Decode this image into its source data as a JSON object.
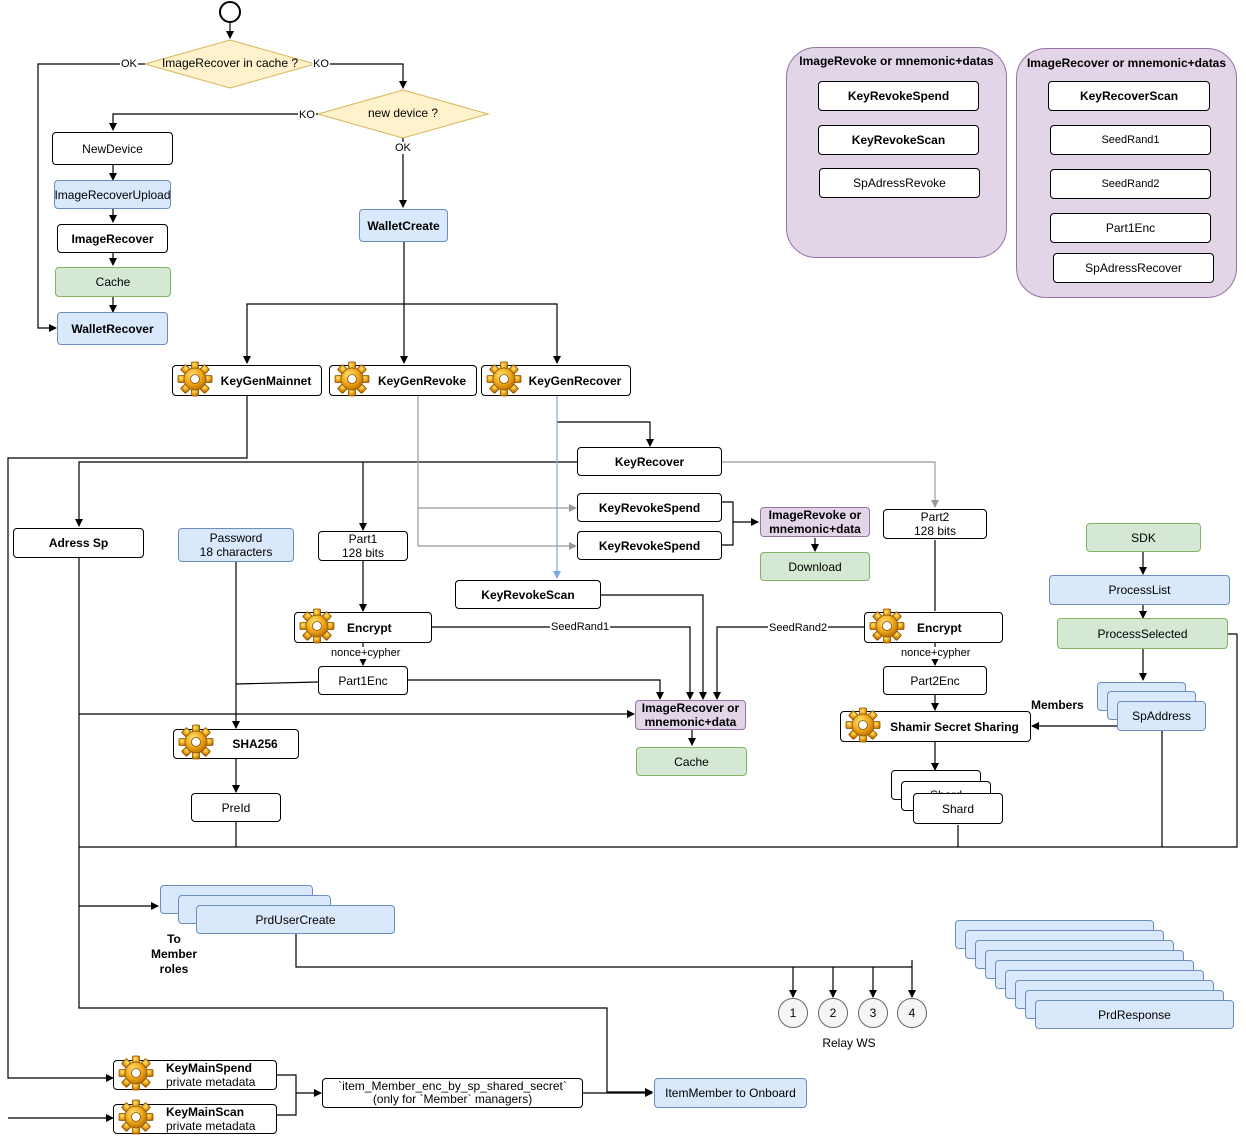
{
  "decisions": {
    "cache": "ImageRecover in cache ?",
    "device": "new device ?"
  },
  "edge_labels": {
    "ok1": "OK",
    "ko1": "KO",
    "ko2": "KO",
    "ok2": "OK",
    "seed1": "SeedRand1",
    "seed2": "SeedRand2",
    "nonce1": "nonce+cypher",
    "nonce2": "nonce+cypher",
    "members": "Members"
  },
  "left_flow": {
    "newdevice": "NewDevice",
    "upload": "ImageRecoverUpload",
    "imagerecover": "ImageRecover",
    "cache": "Cache",
    "walletrecover": "WalletRecover"
  },
  "walletcreate": "WalletCreate",
  "keygen": {
    "mainnet": "KeyGenMainnet",
    "revoke": "KeyGenRevoke",
    "recover": "KeyGenRecover"
  },
  "panel_revoke": {
    "title": "ImageRevoke or mnemonic+datas",
    "items": [
      "KeyRevokeSpend",
      "KeyRevokeScan",
      "SpAdressRevoke"
    ]
  },
  "panel_recover": {
    "title": "ImageRecover or mnemonic+datas",
    "items": [
      "KeyRecoverScan",
      "SeedRand1",
      "SeedRand2",
      "Part1Enc",
      "SpAdressRecover"
    ]
  },
  "keyrecover": "KeyRecover",
  "adress_sp": "Adress Sp",
  "password": "Password\n18 characters",
  "part1": "Part1\n128 bits",
  "part2": "Part2\n128 bits",
  "krspend1": "KeyRevokeSpend",
  "krspend2": "KeyRevokeSpend",
  "imagerevoke_box": "ImageRevoke or mnemonic+data",
  "download": "Download",
  "krscan": "KeyRevokeScan",
  "encrypt1": "Encrypt",
  "encrypt2": "Encrypt",
  "part1enc": "Part1Enc",
  "part2enc": "Part2Enc",
  "imagerecover_box": "ImageRecover or mnemonic+data",
  "cache2": "Cache",
  "sha256": "SHA256",
  "preid": "PreId",
  "shamir": "Shamir Secret Sharing",
  "shard_back": "Shard",
  "shard": "Shard",
  "sdk": "SDK",
  "processlist": "ProcessList",
  "processselected": "ProcessSelected",
  "spaddress": "SpAddress",
  "prd_back": "PRDUserCreate",
  "prdusercreate": "PrdUserCreate",
  "to_member": "To\nMember\nroles",
  "prdresponse": "PrdResponse",
  "relay": {
    "nodes": [
      "1",
      "2",
      "3",
      "4"
    ],
    "label": "Relay WS"
  },
  "keymainspend": {
    "title": "KeyMainSpend",
    "sub": "private metadata"
  },
  "keymainscan": {
    "title": "KeyMainScan",
    "sub": "private metadata"
  },
  "enc_item": "`item_Member_enc_by_sp_shared_secret`\n(only for `Member` managers)",
  "itemmember": "ItemMember to Onboard",
  "colors": {
    "blue_fill": "#dae8fc",
    "blue_stroke": "#6c8ebf",
    "green_fill": "#d5e8d4",
    "green_stroke": "#82b366",
    "purple_fill": "#e1d5e7",
    "purple_stroke": "#9673a6",
    "decision_fill": "#fff2cc",
    "decision_stroke": "#d6b656"
  }
}
